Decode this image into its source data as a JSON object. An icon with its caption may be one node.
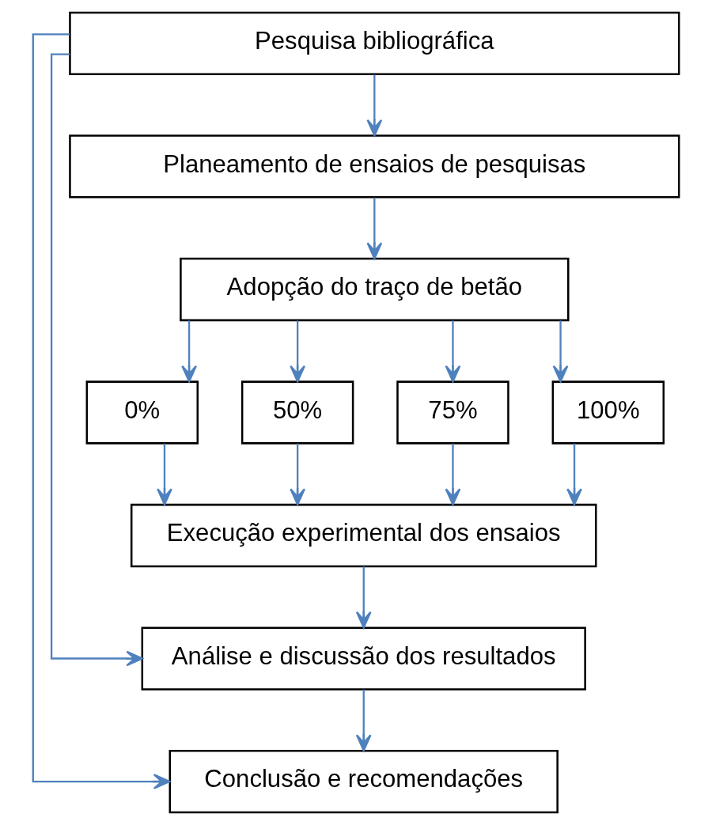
{
  "diagram": {
    "nodes": [
      {
        "text": [
          "Pesquisa bibliográfica"
        ]
      },
      {
        "text": [
          "Planeamento de ensaios de pesquisas"
        ]
      },
      {
        "text": [
          "Adopção do traço de betão"
        ]
      },
      {
        "text": [
          "0%"
        ]
      },
      {
        "text": [
          "50%"
        ]
      },
      {
        "text": [
          "75%"
        ]
      },
      {
        "text": [
          "100%"
        ]
      },
      {
        "text": [
          "Execução experimental dos ensaios"
        ]
      },
      {
        "text": [
          "Análise e discussão dos resultados"
        ]
      },
      {
        "text": [
          "Conclusão e recomendações"
        ]
      }
    ],
    "edges": [
      {
        "from": 0,
        "to": 1,
        "arrow": "to"
      },
      {
        "from": 1,
        "to": 2,
        "arrow": "to"
      },
      {
        "from": 2,
        "to": 3,
        "arrow": "to"
      },
      {
        "from": 2,
        "to": 4,
        "arrow": "to"
      },
      {
        "from": 2,
        "to": 5,
        "arrow": "to"
      },
      {
        "from": 2,
        "to": 6,
        "arrow": "to"
      },
      {
        "from": 3,
        "to": 7,
        "arrow": "to"
      },
      {
        "from": 4,
        "to": 7,
        "arrow": "to"
      },
      {
        "from": 5,
        "to": 7,
        "arrow": "to"
      },
      {
        "from": 6,
        "to": 7,
        "arrow": "to"
      },
      {
        "from": 7,
        "to": 8,
        "arrow": "to"
      },
      {
        "from": 8,
        "to": 9,
        "arrow": "to"
      },
      {
        "from": 0,
        "to": 8,
        "arrow": "to"
      },
      {
        "from": 0,
        "to": 9,
        "arrow": "to"
      }
    ]
  }
}
